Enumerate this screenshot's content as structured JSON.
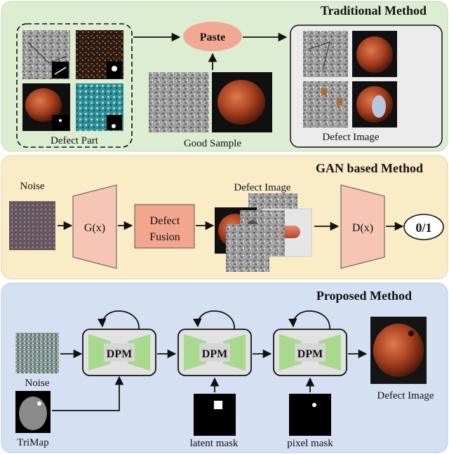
{
  "sections": {
    "traditional": {
      "title": "Traditional Method",
      "defect_part_label": "Defect Part",
      "paste_label": "Paste",
      "good_sample_label": "Good Sample",
      "defect_image_label": "Defect Image"
    },
    "gan": {
      "title": "GAN based Method",
      "noise_label": "Noise",
      "generator_label": "G(x)",
      "fusion_label_line1": "Defect",
      "fusion_label_line2": "Fusion",
      "defect_image_label": "Defect Image",
      "discriminator_label": "D(x)",
      "output_label": "0/1"
    },
    "proposed": {
      "title": "Proposed Method",
      "dpm_label": "DPM",
      "noise_label": "Noise",
      "trimap_label": "TriMap",
      "latent_mask_label": "latent mask",
      "pixel_mask_label": "pixel mask",
      "defect_image_label": "Defect Image"
    }
  },
  "colors": {
    "traditional_bg": "#dcedd2",
    "gan_bg": "#fbecc8",
    "proposed_bg": "#d6e0f3",
    "paste_fill": "#f2a994",
    "generator_fill": "#f6c5b6",
    "fusion_fill": "#f3a58e",
    "dpm_green": "#a8d98d"
  }
}
